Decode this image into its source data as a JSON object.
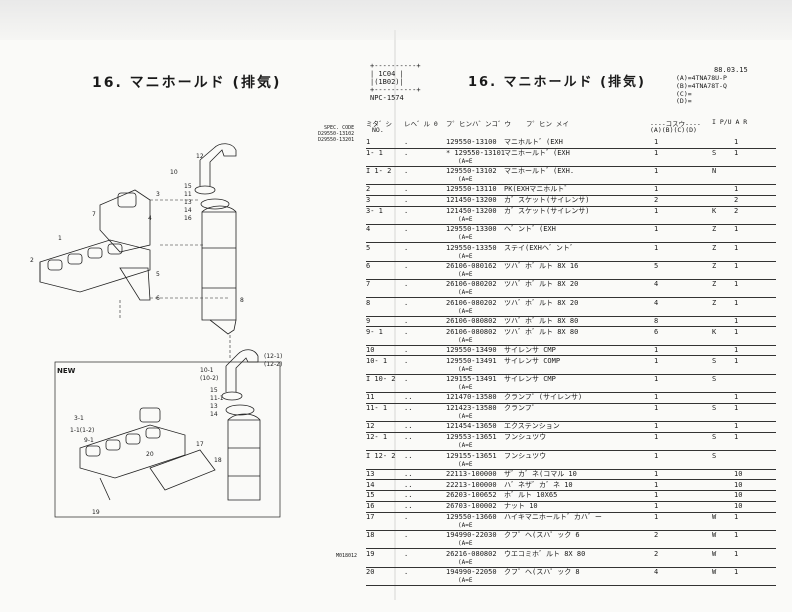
{
  "left_page": {
    "title": "16. マニホールド (排気)",
    "spec_code": [
      "SPEC. CODE",
      "D29550-13102",
      "D29550-13201"
    ],
    "new_label": "NEW",
    "figure_no": "M018012",
    "callouts_top": [
      "12",
      "10",
      "3",
      "7",
      "1",
      "4",
      "2",
      "5",
      "6",
      "15",
      "11",
      "13",
      "14",
      "16",
      "8"
    ],
    "callouts_new": [
      "(12-1)",
      "(12-2)",
      "10-1",
      "(10-2)",
      "15",
      "11-1",
      "13",
      "14",
      "3-1",
      "1-1(1-2)",
      "9-1",
      "20",
      "17",
      "18",
      "19"
    ]
  },
  "right_page": {
    "header_box": [
      "+----------+",
      "| 1C04 |",
      "|(1B02)|",
      "+----------+",
      "NPC-1574"
    ],
    "title": "16. マニホールド (排気)",
    "date": "88.03.15",
    "variants": [
      "(A)=4TNA78U-P",
      "(B)=4TNA78T-Q",
      "(C)=",
      "(D)="
    ],
    "column_headers": {
      "no": "ミタ゛シ",
      "no2": "NO.",
      "level": "レヘ゛ル 0",
      "part": "フ゜ヒンハ゛ンコ゛ウ",
      "name": "フ゜ヒン メイ",
      "qty": "----コスウ----",
      "qty_cols": "(A)(B)(C)(D)",
      "flags": "I P/U A R"
    },
    "rows": [
      {
        "no": "1",
        "lvl": ".",
        "part": "129550-13100",
        "name": "マニホルト゛(EXH",
        "qa": "1",
        "qb": "",
        "i": "",
        "p": "1",
        "sub": ""
      },
      {
        "no": "1- 1",
        "lvl": ".",
        "part": "* 129550-13101",
        "name": "マニホールト゛(EXH",
        "qa": "1",
        "qb": "",
        "i": "S",
        "p": "1",
        "sub": "(A=E"
      },
      {
        "no": "I  1- 2",
        "lvl": ".",
        "part": "129550-13102",
        "name": "マニホールト゛(EXH.",
        "qa": "1",
        "qb": "",
        "i": "N",
        "p": "",
        "sub": "(A=E"
      },
      {
        "no": "2",
        "lvl": ".",
        "part": "129550-13110",
        "name": "PK(EXHマニホルト゛",
        "qa": "1",
        "qb": "",
        "i": "",
        "p": "1",
        "sub": ""
      },
      {
        "no": "3",
        "lvl": ".",
        "part": "121450-13200",
        "name": "カ゛スケット(サイレンサ)",
        "qa": "2",
        "qb": "",
        "i": "",
        "p": "2",
        "sub": ""
      },
      {
        "no": "3- 1",
        "lvl": ".",
        "part": "121450-13200",
        "name": "カ゛スケット(サイレンサ)",
        "qa": "1",
        "qb": "",
        "i": "K",
        "p": "2",
        "sub": "(A=E"
      },
      {
        "no": "4",
        "lvl": ".",
        "part": "129550-13300",
        "name": "ヘ゛ント゛(EXH",
        "qa": "1",
        "qb": "",
        "i": "Z",
        "p": "1",
        "sub": "(A=E"
      },
      {
        "no": "5",
        "lvl": ".",
        "part": "129550-13350",
        "name": "ステイ(EXHヘ゛ント゛",
        "qa": "1",
        "qb": "",
        "i": "Z",
        "p": "1",
        "sub": "(A=E"
      },
      {
        "no": "6",
        "lvl": ".",
        "part": "26106-080162",
        "name": "ツハ゛ホ゛ルト   8X 16",
        "qa": "5",
        "qb": "",
        "i": "Z",
        "p": "1",
        "sub": "(A=E"
      },
      {
        "no": "7",
        "lvl": ".",
        "part": "26106-080202",
        "name": "ツハ゛ホ゛ルト   8X 20",
        "qa": "4",
        "qb": "",
        "i": "Z",
        "p": "1",
        "sub": "(A=E"
      },
      {
        "no": "8",
        "lvl": ".",
        "part": "26106-080202",
        "name": "ツハ゛ホ゛ルト   8X 20",
        "qa": "4",
        "qb": "",
        "i": "Z",
        "p": "1",
        "sub": "(A=E"
      },
      {
        "no": "9",
        "lvl": ".",
        "part": "26106-080802",
        "name": "ツハ゛ホ゛ルト   8X 80",
        "qa": "8",
        "qb": "",
        "i": "",
        "p": "1",
        "sub": ""
      },
      {
        "no": "9- 1",
        "lvl": ".",
        "part": "26106-080802",
        "name": "ツハ゛ホ゛ルト   8X 80",
        "qa": "6",
        "qb": "",
        "i": "K",
        "p": "1",
        "sub": "(A=E"
      },
      {
        "no": "10",
        "lvl": ".",
        "part": "129550-13490",
        "name": "サイレンサ CMP",
        "qa": "1",
        "qb": "",
        "i": "",
        "p": "1",
        "sub": ""
      },
      {
        "no": "10- 1",
        "lvl": ".",
        "part": "129550-13491",
        "name": "サイレンサ COMP",
        "qa": "1",
        "qb": "",
        "i": "S",
        "p": "1",
        "sub": "(A=E"
      },
      {
        "no": "I 10- 2",
        "lvl": ".",
        "part": "129155-13491",
        "name": "サイレンサ CMP",
        "qa": "1",
        "qb": "",
        "i": "S",
        "p": "",
        "sub": "(A=E"
      },
      {
        "no": "11",
        "lvl": "..",
        "part": "121470-13580",
        "name": "クランフ゜(サイレンサ)",
        "qa": "1",
        "qb": "",
        "i": "",
        "p": "1",
        "sub": ""
      },
      {
        "no": "11- 1",
        "lvl": "..",
        "part": "121423-13580",
        "name": "クランフ゜",
        "qa": "1",
        "qb": "",
        "i": "S",
        "p": "1",
        "sub": "(A=E"
      },
      {
        "no": "12",
        "lvl": "..",
        "part": "121454-13650",
        "name": "エクステンション",
        "qa": "1",
        "qb": "",
        "i": "",
        "p": "1",
        "sub": ""
      },
      {
        "no": "12- 1",
        "lvl": "..",
        "part": "129553-13651",
        "name": "フンシュツウ",
        "qa": "1",
        "qb": "",
        "i": "S",
        "p": "1",
        "sub": "(A=E"
      },
      {
        "no": "I 12- 2",
        "lvl": "..",
        "part": "129155-13651",
        "name": "フンシュツウ",
        "qa": "1",
        "qb": "",
        "i": "S",
        "p": "",
        "sub": "(A=E"
      },
      {
        "no": "13",
        "lvl": "..",
        "part": "22113-100000",
        "name": "ザ゛カ゛ネ(コマル 10",
        "qa": "1",
        "qb": "",
        "i": "",
        "p": "10",
        "sub": ""
      },
      {
        "no": "14",
        "lvl": "..",
        "part": "22213-100000",
        "name": "ハ゛ネザ゛カ゛ネ 10",
        "qa": "1",
        "qb": "",
        "i": "",
        "p": "10",
        "sub": ""
      },
      {
        "no": "15",
        "lvl": "..",
        "part": "26203-100652",
        "name": "ホ゛ルト 10X65",
        "qa": "1",
        "qb": "",
        "i": "",
        "p": "10",
        "sub": ""
      },
      {
        "no": "16",
        "lvl": "..",
        "part": "26703-100002",
        "name": "ナット 10",
        "qa": "1",
        "qb": "",
        "i": "",
        "p": "10",
        "sub": ""
      },
      {
        "no": "17",
        "lvl": ".",
        "part": "129550-13660",
        "name": "ハイキマニホールト゛カハ゛ー",
        "qa": "1",
        "qb": "",
        "i": "W",
        "p": "1",
        "sub": "(A=E"
      },
      {
        "no": "18",
        "lvl": ".",
        "part": "194990-22030",
        "name": "クフ゜ヘ(スハ゜ック 6",
        "qa": "2",
        "qb": "",
        "i": "W",
        "p": "1",
        "sub": "(A=E"
      },
      {
        "no": "19",
        "lvl": ".",
        "part": "26216-080802",
        "name": "ウエコミホ゛ルト   8X 80",
        "qa": "2",
        "qb": "",
        "i": "W",
        "p": "1",
        "sub": "(A=E"
      },
      {
        "no": "20",
        "lvl": ".",
        "part": "194990-22050",
        "name": "クフ゜ヘ(スハ゜ック 8",
        "qa": "4",
        "qb": "",
        "i": "W",
        "p": "1",
        "sub": "(A=E"
      }
    ]
  }
}
